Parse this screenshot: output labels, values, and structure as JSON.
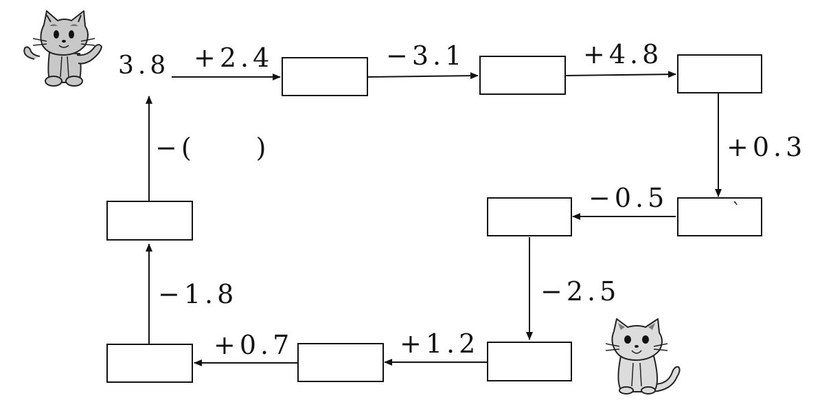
{
  "start_value": "3.8",
  "operations": {
    "op1": "+2.4",
    "op2": "−3.1",
    "op3": "+4.8",
    "op4": "+0.3",
    "op5": "−0.5",
    "op6": "−2.5",
    "op7": "+1.2",
    "op8": "+0.7",
    "op9": "−1.8",
    "op10": "−(　　)"
  },
  "stray_mark": "`",
  "colors": {
    "ink": "#111111",
    "cat_fill": "#c8c8c8",
    "cat_dark": "#7a7a7a"
  },
  "icons": [
    "cat-waving-icon",
    "cat-sitting-icon"
  ]
}
